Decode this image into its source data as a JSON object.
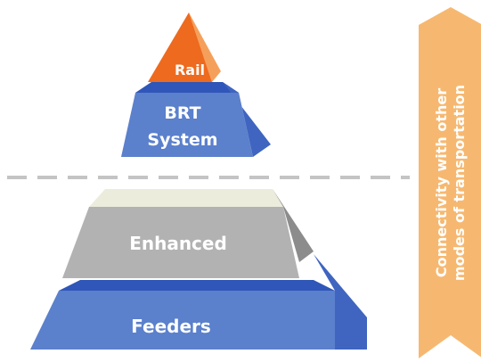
{
  "pyramid": {
    "tiers": [
      {
        "id": "rail",
        "label": "Rail"
      },
      {
        "id": "brt",
        "label_lines": [
          "BRT",
          "System"
        ]
      },
      {
        "id": "enhanced",
        "label": "Enhanced"
      },
      {
        "id": "feeders",
        "label": "Feeders"
      }
    ]
  },
  "side_arrow": {
    "lines": [
      "Connectivity with other",
      "modes of transportation"
    ]
  },
  "colors": {
    "rail_front": "#ee6a1e",
    "rail_side": "#f5a05a",
    "blue_front": "#5b80cc",
    "blue_top": "#2f56b8",
    "blue_side": "#3f65c0",
    "gray_front": "#b2b2b2",
    "gray_top": "#ececdc",
    "gray_side": "#8c8c8c",
    "arrow": "#f6b870",
    "divider": "#c4c4c4"
  }
}
